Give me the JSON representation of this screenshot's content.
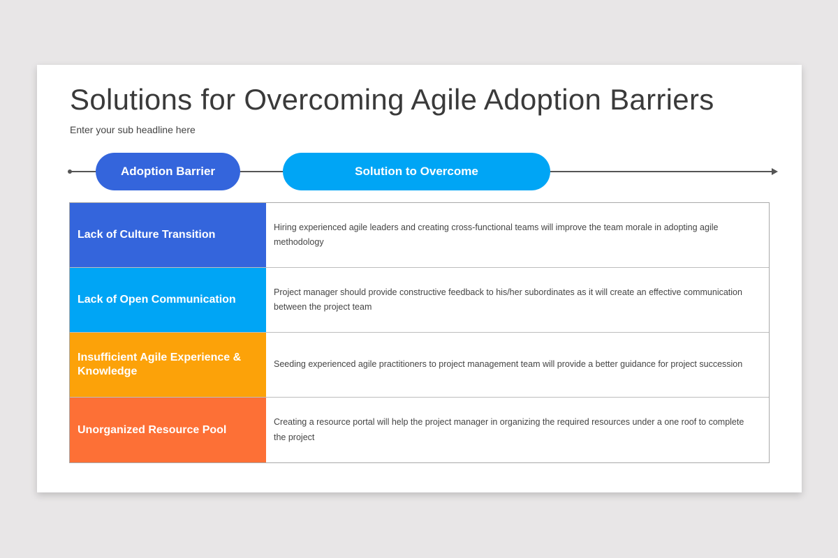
{
  "slide": {
    "title": "Solutions for Overcoming Agile Adoption Barriers",
    "subtitle": "Enter your sub headline here"
  },
  "timeline": {
    "barrier_label": "Adoption Barrier",
    "solution_label": "Solution to Overcome",
    "colors": {
      "barrier_pill": "#3465dc",
      "solution_pill": "#00a5f5",
      "line": "#555555"
    }
  },
  "rows": [
    {
      "barrier": "Lack of Culture Transition",
      "solution": "Hiring experienced agile leaders and creating cross-functional teams will improve the team morale in adopting agile methodology",
      "color": "#3465dc"
    },
    {
      "barrier": "Lack of Open Communication",
      "solution": "Project manager should provide constructive feedback to his/her subordinates as it will create an effective communication between the project team",
      "color": "#00a5f5"
    },
    {
      "barrier": "Insufficient Agile Experience & Knowledge",
      "solution": "Seeding experienced agile practitioners to project management team will provide a better guidance for project succession",
      "color": "#fca209"
    },
    {
      "barrier": "Unorganized Resource Pool",
      "solution": "Creating a resource portal will help the project manager in organizing the required resources under a one roof to complete the project",
      "color": "#fd7036"
    }
  ]
}
